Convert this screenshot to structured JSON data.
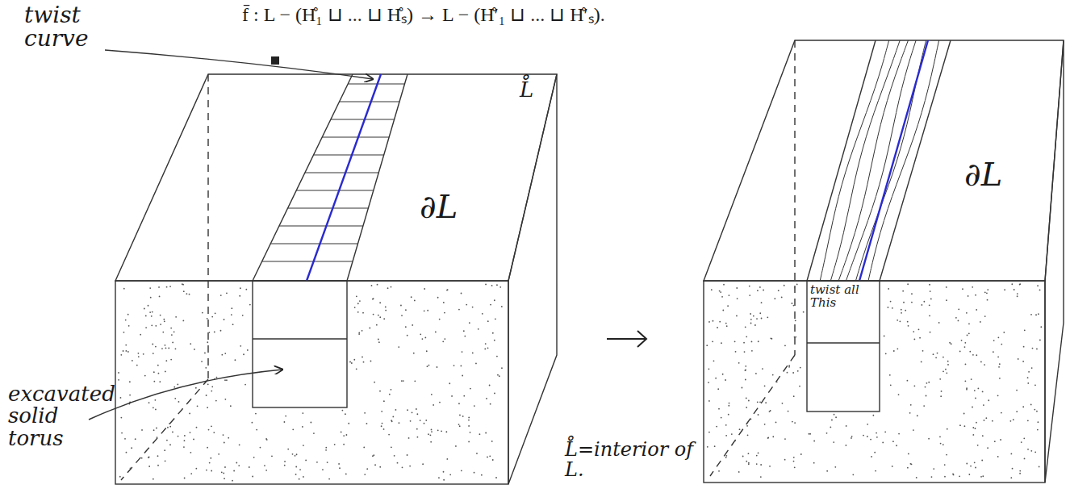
{
  "diagram": {
    "labels": [
      "f̄ : L − (H̊₁ ⊔ ... ⊔ H̊ₛ) → L − (H̊′₁ ⊔ ... ⊔ H̊′ₛ).",
      "twist curve",
      "∂L",
      "L̊",
      "excavated solid torus",
      "L̊=interior of L.",
      "∂L",
      "twist all This"
    ]
  }
}
